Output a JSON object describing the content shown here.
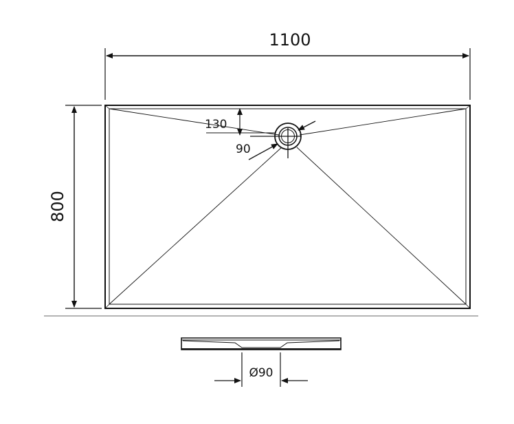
{
  "dimensions": {
    "width_label": "1100",
    "depth_label": "800",
    "drain_offset_label": "130",
    "drain_size_label": "90",
    "drain_diameter_label": "Ø90"
  },
  "colors": {
    "line": "#111111",
    "ground": "#b3b3b3",
    "section_fill": "#d9d9d9"
  }
}
